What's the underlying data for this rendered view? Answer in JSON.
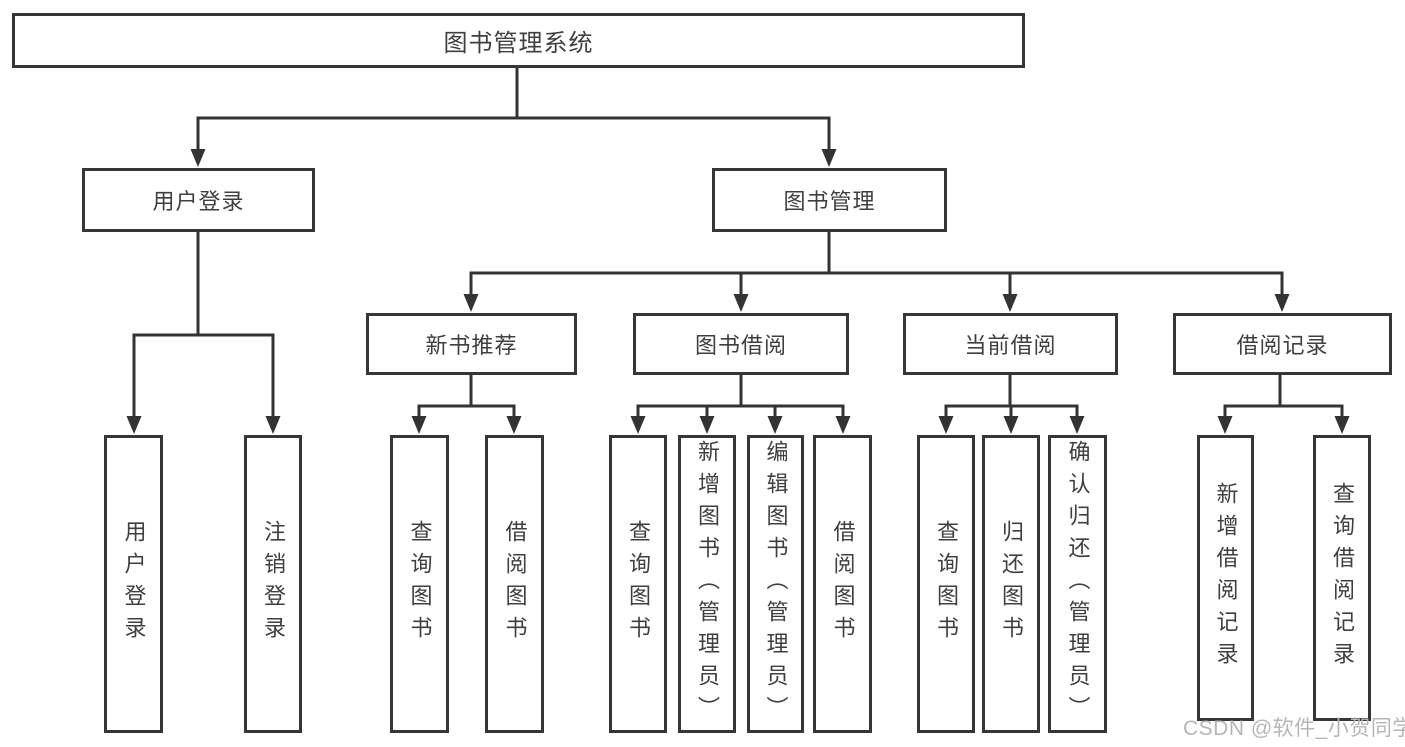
{
  "diagram": {
    "root": {
      "label": "图书管理系统",
      "children": [
        {
          "label": "用户登录",
          "children": [
            {
              "label": "用户登录"
            },
            {
              "label": "注销登录"
            }
          ]
        },
        {
          "label": "图书管理",
          "children": [
            {
              "label": "新书推荐",
              "children": [
                {
                  "label": "查询图书"
                },
                {
                  "label": "借阅图书"
                }
              ]
            },
            {
              "label": "图书借阅",
              "children": [
                {
                  "label": "查询图书"
                },
                {
                  "label": "新增图书（管理员）"
                },
                {
                  "label": "编辑图书（管理员）"
                },
                {
                  "label": "借阅图书"
                }
              ]
            },
            {
              "label": "当前借阅",
              "children": [
                {
                  "label": "查询图书"
                },
                {
                  "label": "归还图书"
                },
                {
                  "label": "确认归还（管理员）"
                }
              ]
            },
            {
              "label": "借阅记录",
              "children": [
                {
                  "label": "新增借阅记录"
                },
                {
                  "label": "查询借阅记录"
                }
              ]
            }
          ]
        }
      ]
    }
  },
  "watermark": {
    "text": "CSDN @软件_小贺同学"
  },
  "colors": {
    "line": "#333333",
    "box_border": "#363636",
    "text": "#3f3f3f",
    "watermark": "#b6b6b6",
    "background": "#ffffff"
  }
}
